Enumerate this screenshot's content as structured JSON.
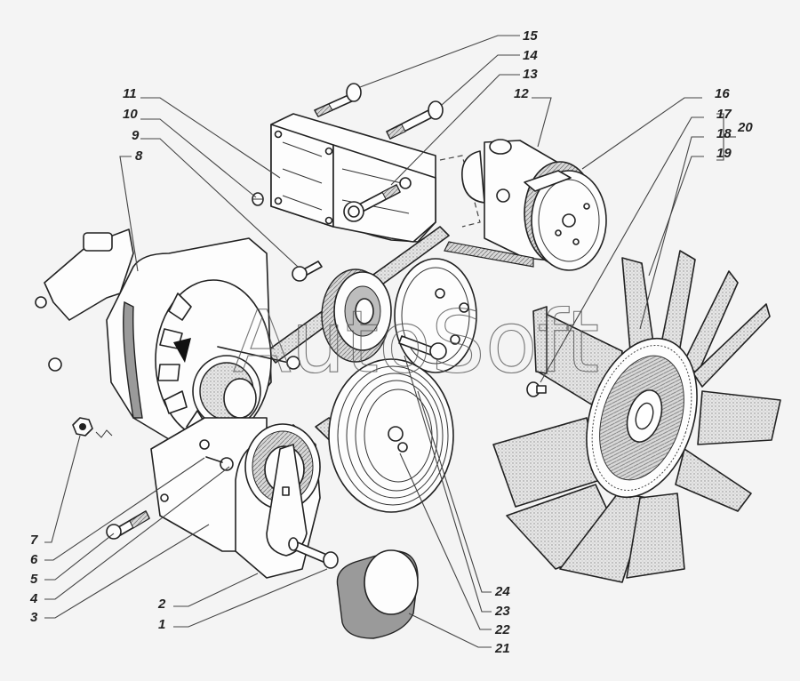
{
  "diagram": {
    "title": "Drive belt, accessories and fan assembly — exploded view",
    "watermark": "AutoSoft",
    "colors": {
      "background": "#f4f4f4",
      "ink": "#222222",
      "shade": "#9a9a9a"
    },
    "callouts": [
      {
        "id": "1",
        "label": "1",
        "part": "pulley-bolt"
      },
      {
        "id": "2",
        "label": "2",
        "part": "belt-tensioner"
      },
      {
        "id": "3",
        "label": "3",
        "part": "bracket"
      },
      {
        "id": "4",
        "label": "4",
        "part": "bolt"
      },
      {
        "id": "5",
        "label": "5",
        "part": "washer"
      },
      {
        "id": "6",
        "label": "6",
        "part": "alternator-mounting"
      },
      {
        "id": "7",
        "label": "7",
        "part": "nut"
      },
      {
        "id": "8",
        "label": "8",
        "part": "alternator"
      },
      {
        "id": "9",
        "label": "9",
        "part": "bolt"
      },
      {
        "id": "10",
        "label": "10",
        "part": "sleeve"
      },
      {
        "id": "11",
        "label": "11",
        "part": "pump-bracket"
      },
      {
        "id": "12",
        "label": "12",
        "part": "power-steering-pump"
      },
      {
        "id": "13",
        "label": "13",
        "part": "bolt"
      },
      {
        "id": "14",
        "label": "14",
        "part": "bolt"
      },
      {
        "id": "15",
        "label": "15",
        "part": "bolt"
      },
      {
        "id": "16",
        "label": "16",
        "part": "pump-pulley"
      },
      {
        "id": "17",
        "label": "17",
        "part": "fan-bolt"
      },
      {
        "id": "18",
        "label": "18",
        "part": "viscous-coupling"
      },
      {
        "id": "19",
        "label": "19",
        "part": "fan-impeller"
      },
      {
        "id": "20",
        "label": "20",
        "part": "fan-assembly"
      },
      {
        "id": "21",
        "label": "21",
        "part": "idler-cover"
      },
      {
        "id": "22",
        "label": "22",
        "part": "crankshaft-pulley"
      },
      {
        "id": "23",
        "label": "23",
        "part": "idler-pulley"
      },
      {
        "id": "24",
        "label": "24",
        "part": "poly-v-belt"
      }
    ]
  }
}
